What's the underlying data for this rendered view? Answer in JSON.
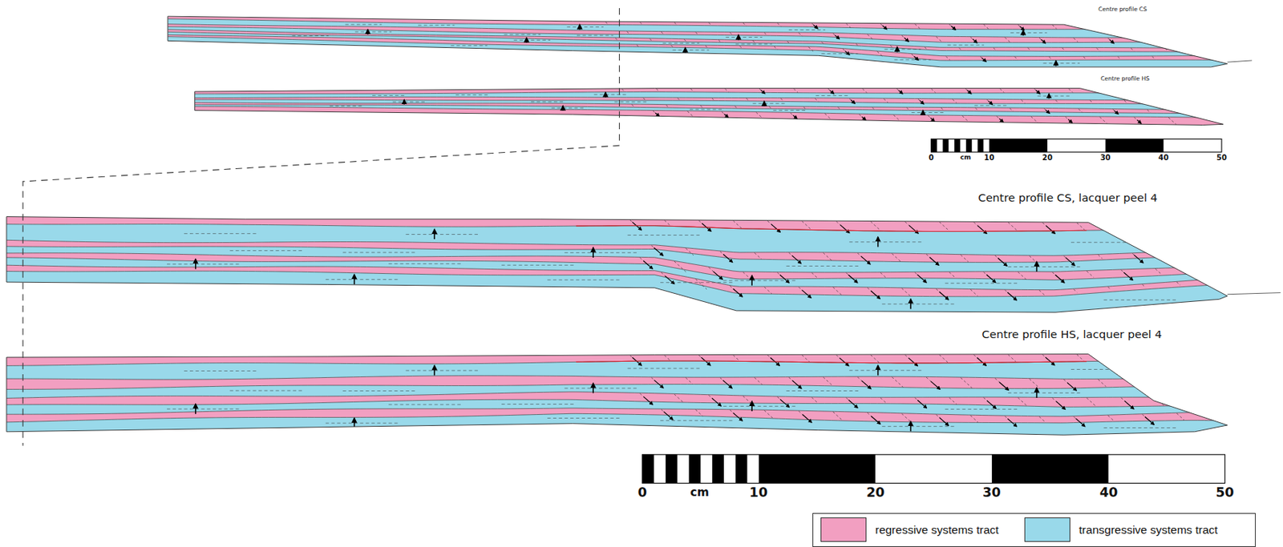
{
  "diagram": {
    "labels": [
      "Centre profile CS",
      "Centre profile HS",
      "0",
      "cm",
      "10",
      "20",
      "30",
      "40",
      "50",
      "Centre profile CS, lacquer peel 4",
      "Centre profile HS, lacquer peel 4",
      "0",
      "cm",
      "10",
      "20",
      "30",
      "40",
      "50"
    ],
    "legend": [
      {
        "text": "regressive systems tract",
        "color": "#f29fc1"
      },
      {
        "text": "transgressive systems tract",
        "color": "#99d9ea"
      }
    ]
  }
}
